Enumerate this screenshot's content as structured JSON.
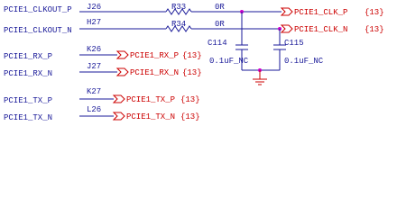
{
  "nets": {
    "clkout_p": {
      "name": "PCIE1_CLKOUT_P",
      "pin": "J26",
      "ref": "R33",
      "value": "0R",
      "port": "PCIE1_CLK_P",
      "page": "{13}"
    },
    "clkout_n": {
      "name": "PCIE1_CLKOUT_N",
      "pin": "H27",
      "ref": "R34",
      "value": "0R",
      "port": "PCIE1_CLK_N",
      "page": "{13}"
    },
    "rx_p": {
      "name": "PCIE1_RX_P",
      "pin": "K26",
      "port": "PCIE1_RX_P",
      "page": "{13}"
    },
    "rx_n": {
      "name": "PCIE1_RX_N",
      "pin": "J27",
      "port": "PCIE1_RX_N",
      "page": "{13}"
    },
    "tx_p": {
      "name": "PCIE1_TX_P",
      "pin": "K27",
      "port": "PCIE1_TX_P",
      "page": "{13}"
    },
    "tx_n": {
      "name": "PCIE1_TX_N",
      "pin": "L26",
      "port": "PCIE1_TX_N",
      "page": "{13}"
    }
  },
  "caps": {
    "c114": {
      "ref": "C114",
      "value": "0.1uF_NC"
    },
    "c115": {
      "ref": "C115",
      "value": "0.1uF_NC"
    }
  },
  "colors": {
    "wire": "#1a1a99",
    "port": "#cc0000",
    "junction": "#cc00cc"
  }
}
